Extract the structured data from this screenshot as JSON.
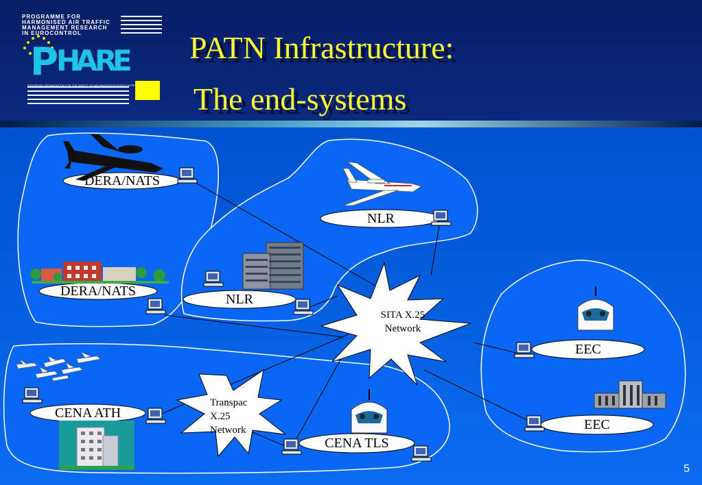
{
  "logo": {
    "org_lines": [
      "PROGRAMME   FOR",
      "HARMONISED   AIR   TRAFFIC",
      "MANAGEMENT   RESEARCH",
      "IN   EUROCONTROL"
    ],
    "acronym": [
      "P",
      "H",
      "A",
      "R",
      "E"
    ],
    "subline": "EUROPEAN ORGANISATION FOR THE SAFETY OF AIR NAVIGATION   EUROCONTROL"
  },
  "title": {
    "line1": "PATN Infrastructure:",
    "line2": "The end-systems"
  },
  "labels": {
    "dera_nats_top": "DERA/NATS",
    "dera_nats_mid": "DERA/NATS",
    "nlr_top": "NLR",
    "nlr_mid": "NLR",
    "eec_top": "EEC",
    "eec_bottom": "EEC",
    "cena_ath": "CENA ATH",
    "cena_tls": "CENA TLS"
  },
  "networks": {
    "sita": [
      "SITA X.25",
      "Network"
    ],
    "transpac": [
      "Transpac",
      "X.25",
      "Network"
    ]
  },
  "page_number": "5",
  "colors": {
    "title": "#ffff33",
    "background": "#0a6cf0",
    "island": "#0a66f5",
    "logo_accent": "#1ec3e8",
    "square": "#ffff00"
  }
}
